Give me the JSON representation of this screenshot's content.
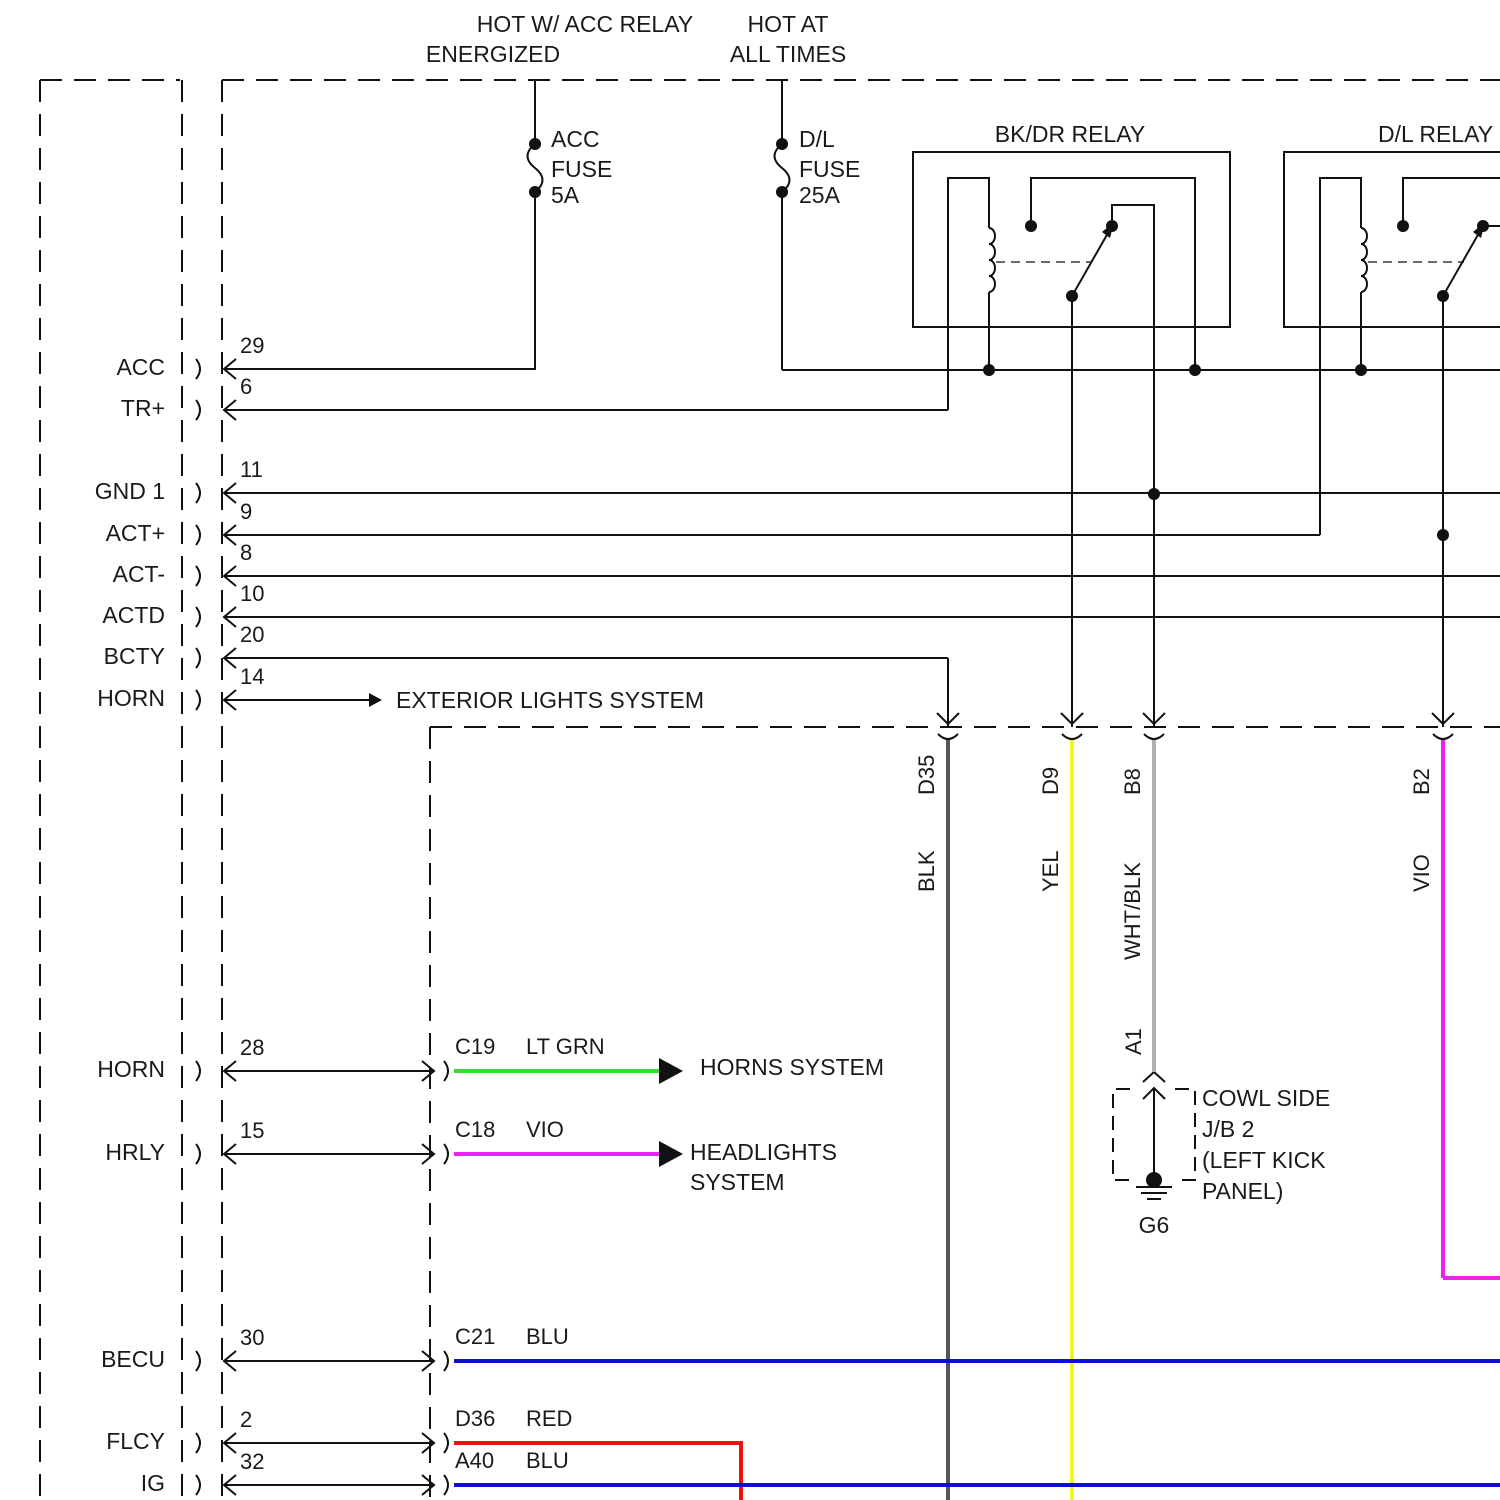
{
  "headers": {
    "acc_relay_line1": "HOT W/ ACC RELAY",
    "acc_relay_line2": "ENERGIZED",
    "hot_line1": "HOT AT",
    "hot_line2": "ALL TIMES"
  },
  "fuses": {
    "acc": [
      "ACC",
      "FUSE",
      "5A"
    ],
    "dl": [
      "D/L",
      "FUSE",
      "25A"
    ]
  },
  "relays": {
    "bkdr": "BK/DR RELAY",
    "dl": "D/L RELAY"
  },
  "pins_upper": [
    {
      "name": "ACC",
      "pin": "29"
    },
    {
      "name": "TR+",
      "pin": "6"
    },
    {
      "name": "GND 1",
      "pin": "11"
    },
    {
      "name": "ACT+",
      "pin": "9"
    },
    {
      "name": "ACT-",
      "pin": "8"
    },
    {
      "name": "ACTD",
      "pin": "10"
    },
    {
      "name": "BCTY",
      "pin": "20"
    },
    {
      "name": "HORN",
      "pin": "14"
    }
  ],
  "exterior_lights": "EXTERIOR LIGHTS SYSTEM",
  "verticals": [
    {
      "conn": "D35",
      "color_name": "BLK",
      "color": "#555555"
    },
    {
      "conn": "D9",
      "color_name": "YEL",
      "color": "#f5f51e"
    },
    {
      "conn": "B8",
      "color_name": "WHT/BLK",
      "color": "#b0b0b0"
    },
    {
      "conn": "B2",
      "color_name": "VIO",
      "color": "#ee22ee"
    }
  ],
  "jb": {
    "conn": "A1",
    "lines": [
      "COWL SIDE",
      "J/B 2",
      "(LEFT KICK",
      "PANEL)"
    ],
    "ground": "G6"
  },
  "pins_lower": [
    {
      "name": "HORN",
      "pin": "28",
      "conn": "C19",
      "color_name": "LT GRN",
      "color": "#33dd33",
      "target": [
        "HORNS SYSTEM"
      ]
    },
    {
      "name": "HRLY",
      "pin": "15",
      "conn": "C18",
      "color_name": "VIO",
      "color": "#ee22ee",
      "target": [
        "HEADLIGHTS",
        "SYSTEM"
      ]
    },
    {
      "name": "BECU",
      "pin": "30",
      "conn": "C21",
      "color_name": "BLU",
      "color": "#1010cc",
      "target": []
    },
    {
      "name": "FLCY",
      "pin": "2",
      "conn": "D36",
      "color_name": "RED",
      "color": "#ee1111",
      "target": []
    },
    {
      "name": "IG",
      "pin": "32",
      "conn": "A40",
      "color_name": "BLU",
      "color": "#1010cc",
      "target": []
    }
  ]
}
